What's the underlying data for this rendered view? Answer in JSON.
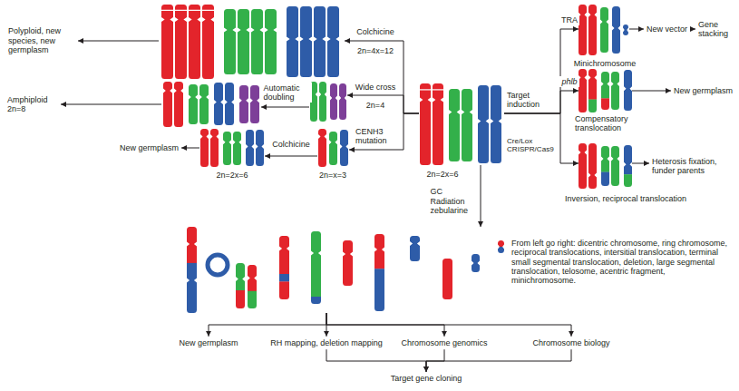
{
  "diagram": {
    "nodes": [
      {
        "text": [
          "Polyploid, new species, new germplasm"
        ]
      },
      {
        "text": [
          "2n=4x=12"
        ]
      },
      {
        "text": [
          "Amphiploid 2n=8"
        ]
      },
      {
        "text": [
          "2n=4"
        ]
      },
      {
        "text": [
          "New germplasm"
        ]
      },
      {
        "text": [
          "2n=2x=6"
        ]
      },
      {
        "text": [
          "2n=x=3"
        ]
      },
      {
        "text": [
          "2n=2x=6"
        ]
      },
      {
        "text": [
          "Minichromosome"
        ]
      },
      {
        "text": [
          "New vector"
        ]
      },
      {
        "text": [
          "Gene stacking"
        ]
      },
      {
        "text": [
          "Compensatory translocation"
        ]
      },
      {
        "text": [
          "New germplasm"
        ]
      },
      {
        "text": [
          "Inversion, reciprocal translocation"
        ]
      },
      {
        "text": [
          "Heterosis fixation, funder parents"
        ]
      },
      {
        "text": [
          "From left go right: dicentric chromosome, ring chromosome, reciprocal translocations, intersitial translocation, terminal small segmental translocation, deletion, large segmental translocation, telosome, acentric fragment, minichromosome."
        ]
      },
      {
        "text": [
          "New germplasm"
        ]
      },
      {
        "text": [
          "RH mapping, deletion mapping"
        ]
      },
      {
        "text": [
          "Chromosome genomics"
        ]
      },
      {
        "text": [
          "Chromosome biology"
        ]
      },
      {
        "text": [
          "Target gene cloning"
        ]
      }
    ],
    "edges": [
      {
        "from": 7,
        "to": 1,
        "arrow": "to",
        "label": "Colchicine"
      },
      {
        "from": 1,
        "to": 0,
        "arrow": "to"
      },
      {
        "from": 7,
        "to": 3,
        "arrow": "to",
        "label": "Wide cross"
      },
      {
        "from": 3,
        "to": 2,
        "arrow": "to",
        "label": "Automatic doubling"
      },
      {
        "from": 7,
        "to": 6,
        "arrow": "to",
        "label": "CENH3 mutation"
      },
      {
        "from": 6,
        "to": 5,
        "arrow": "to",
        "label": "Colchicine"
      },
      {
        "from": 5,
        "to": 4,
        "arrow": "to"
      },
      {
        "from": 7,
        "to": 8,
        "arrow": "to",
        "label": "TRA"
      },
      {
        "from": 8,
        "to": 9,
        "arrow": "to"
      },
      {
        "from": 9,
        "to": 10,
        "arrow": "to"
      },
      {
        "from": 7,
        "to": 11,
        "arrow": "to",
        "label": "phlb"
      },
      {
        "from": 11,
        "to": 12,
        "arrow": "to"
      },
      {
        "from": 7,
        "to": 13,
        "arrow": "to",
        "label": "Cre/Lox CRISPR/Cas9"
      },
      {
        "from": 13,
        "to": 14,
        "arrow": "to"
      },
      {
        "from": 7,
        "to": 15,
        "arrow": "to",
        "label": "GC Radiation zebularine"
      },
      {
        "from": 15,
        "to": 16,
        "arrow": "to"
      },
      {
        "from": 15,
        "to": 17,
        "arrow": "to"
      },
      {
        "from": 15,
        "to": 18,
        "arrow": "to"
      },
      {
        "from": 15,
        "to": 19,
        "arrow": "to"
      },
      {
        "from": 17,
        "to": 20,
        "arrow": "to"
      },
      {
        "from": 18,
        "to": 20,
        "arrow": "to"
      },
      {
        "from": 19,
        "to": 20,
        "arrow": "to"
      }
    ],
    "labels": [
      "Target induction"
    ]
  }
}
